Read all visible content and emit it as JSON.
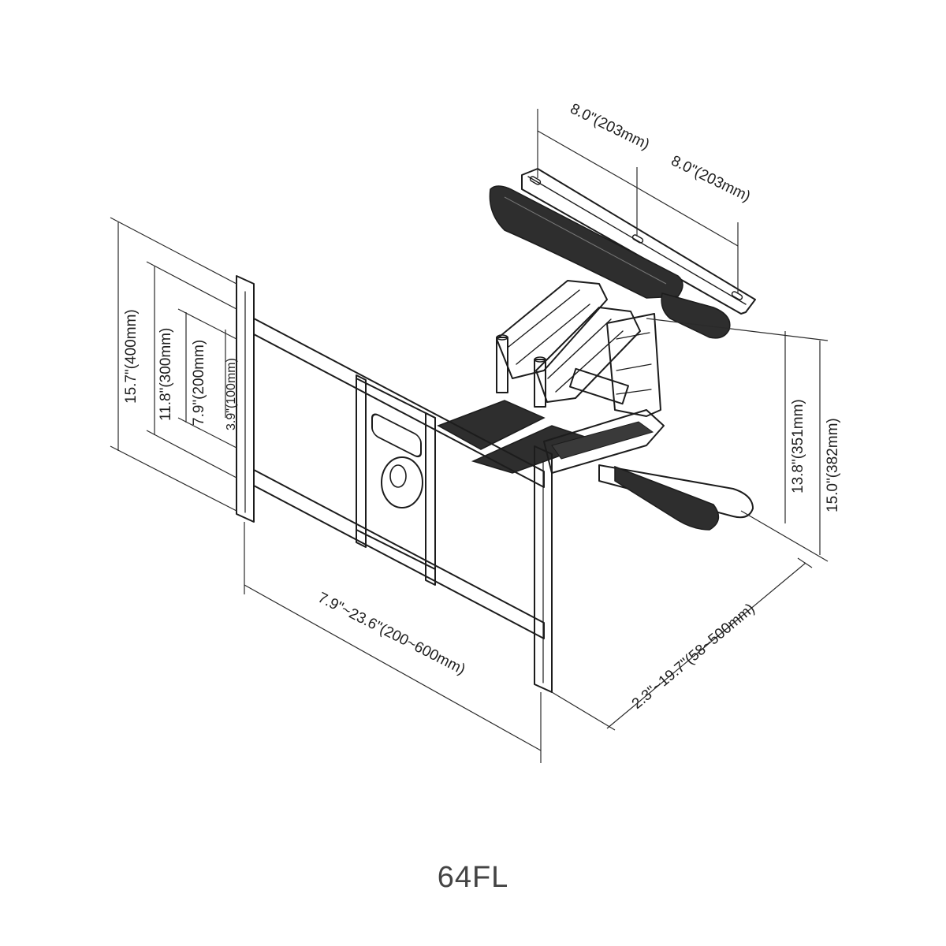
{
  "dimensions": {
    "top_left": "8.0\"(203mm)",
    "top_right": "8.0\"(203mm)",
    "left_15_7": "15.7\"(400mm)",
    "left_11_8": "11.8\"(300mm)",
    "left_7_9": "7.9\"(200mm)",
    "left_3_9": "3.9\"(100mm)",
    "right_13_8": "13.8\"(351mm)",
    "right_15_0": "15.0\"(382mm)",
    "bottom_width": "7.9\"~23.6\"(200~600mm)",
    "extension": "2.3\"~19.7\"(58~500mm)"
  },
  "model": "64FL"
}
